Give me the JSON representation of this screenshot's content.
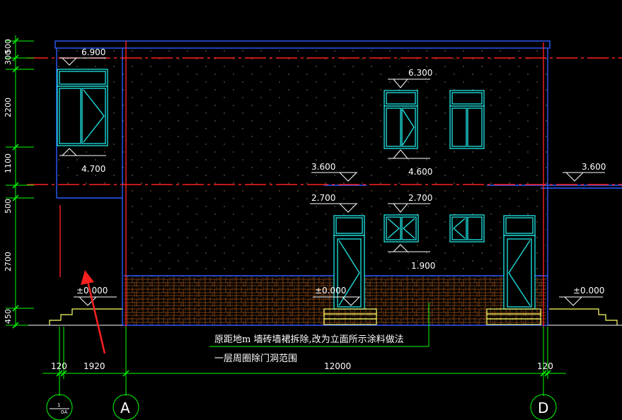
{
  "title": "",
  "colors": {
    "background": "#000000",
    "dimension_lines": "#00ff00",
    "axis_lines": "#ff2020",
    "walls": "#2f5cff",
    "windows": "#20e8e8",
    "steps": "#ffff66",
    "brick_hatch": "#8a4a1a",
    "text": "#ffffff"
  },
  "vertical_dimensions": [
    "300",
    "500",
    "2200",
    "1100",
    "500",
    "2700",
    "450"
  ],
  "elevation_marks": {
    "m6900": "6.900",
    "m6300": "6.300",
    "m4700": "4.700",
    "m3600_left": "3.600",
    "m4600": "4.600",
    "m3600_right": "3.600",
    "m2700_left": "2.700",
    "m2700_right": "2.700",
    "m1900": "1.900",
    "ground_left": "±0.000",
    "ground_center": "±0.000",
    "ground_right": "±0.000"
  },
  "annotation": {
    "line1": "原距地m  墙砖墙裙拆除,改为立面所示涂料做法",
    "line2": "一层周圈除门洞范围"
  },
  "bottom_dimensions": {
    "left_120": "120",
    "d1920": "1920",
    "d12000": "12000",
    "right_120": "120"
  },
  "axes": {
    "detail_top": "1",
    "detail_bottom": "0A",
    "axis_a": "A",
    "axis_d": "D"
  }
}
